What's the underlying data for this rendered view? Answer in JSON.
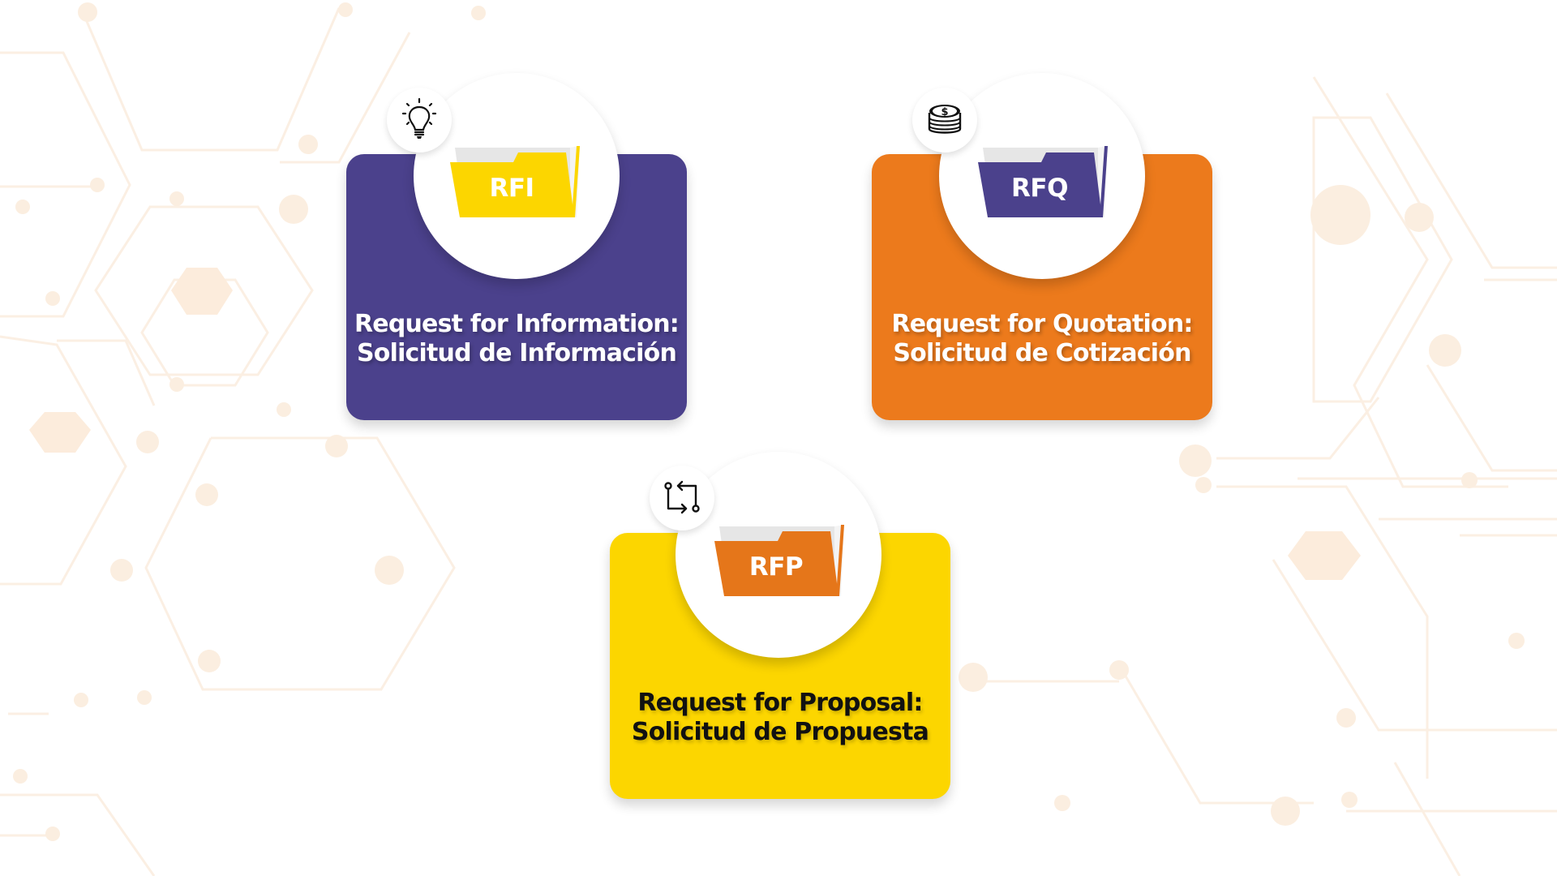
{
  "colors": {
    "purple": "#4b418c",
    "orange": "#ec7a1c",
    "yellow": "#fcd600",
    "background_pattern": "#fbeee0"
  },
  "cards": [
    {
      "id": "rfi",
      "folder_label": "RFI",
      "icon": "lightbulb-icon",
      "title_line1": "Request for Information:",
      "title_line2": "Solicitud de Información",
      "card_color": "#4b418c",
      "folder_color": "#fcd600"
    },
    {
      "id": "rfq",
      "folder_label": "RFQ",
      "icon": "coins-icon",
      "title_line1": "Request for Quotation:",
      "title_line2": "Solicitud de Cotización",
      "card_color": "#ec7a1c",
      "folder_color": "#4b418c"
    },
    {
      "id": "rfp",
      "folder_label": "RFP",
      "icon": "process-flow-icon",
      "title_line1": "Request for Proposal:",
      "title_line2": "Solicitud de Propuesta",
      "card_color": "#fcd600",
      "folder_color": "#e5761a"
    }
  ]
}
